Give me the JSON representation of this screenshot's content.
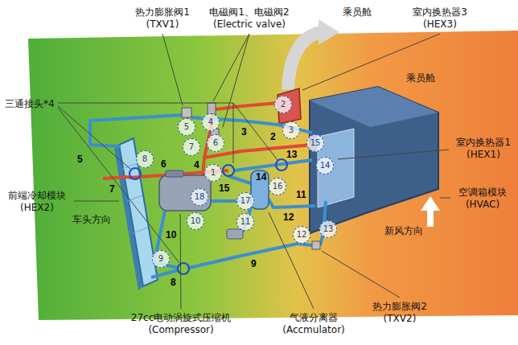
{
  "diagram": {
    "labels": [
      "热力膨胀阀1 (TXV1)",
      "电磁阀1、电磁阀2 (Electric valve)",
      "乘员舱",
      "室内换热器3 (HEX3)",
      "三通接头*4",
      "乘员舱",
      "室内换热器1 (HEX1)",
      "前端冷却模块 (HEX2)",
      "空调箱模块 (HVAC)",
      "车头方向",
      "新风方向",
      "27cc电动涡旋式压缩机 (Compressor)",
      "气液分离器 (Accmulator)",
      "热力膨胀阀2 (TXV2)",
      "3",
      "2",
      "5",
      "6",
      "4",
      "13",
      "7",
      "14",
      "15",
      "11",
      "12",
      "10",
      "9",
      "8",
      "2",
      "4",
      "5",
      "3",
      "6",
      "7",
      "15",
      "8",
      "14",
      "1",
      "16",
      "18",
      "17",
      "10",
      "11",
      "13",
      "12",
      "9"
    ]
  }
}
